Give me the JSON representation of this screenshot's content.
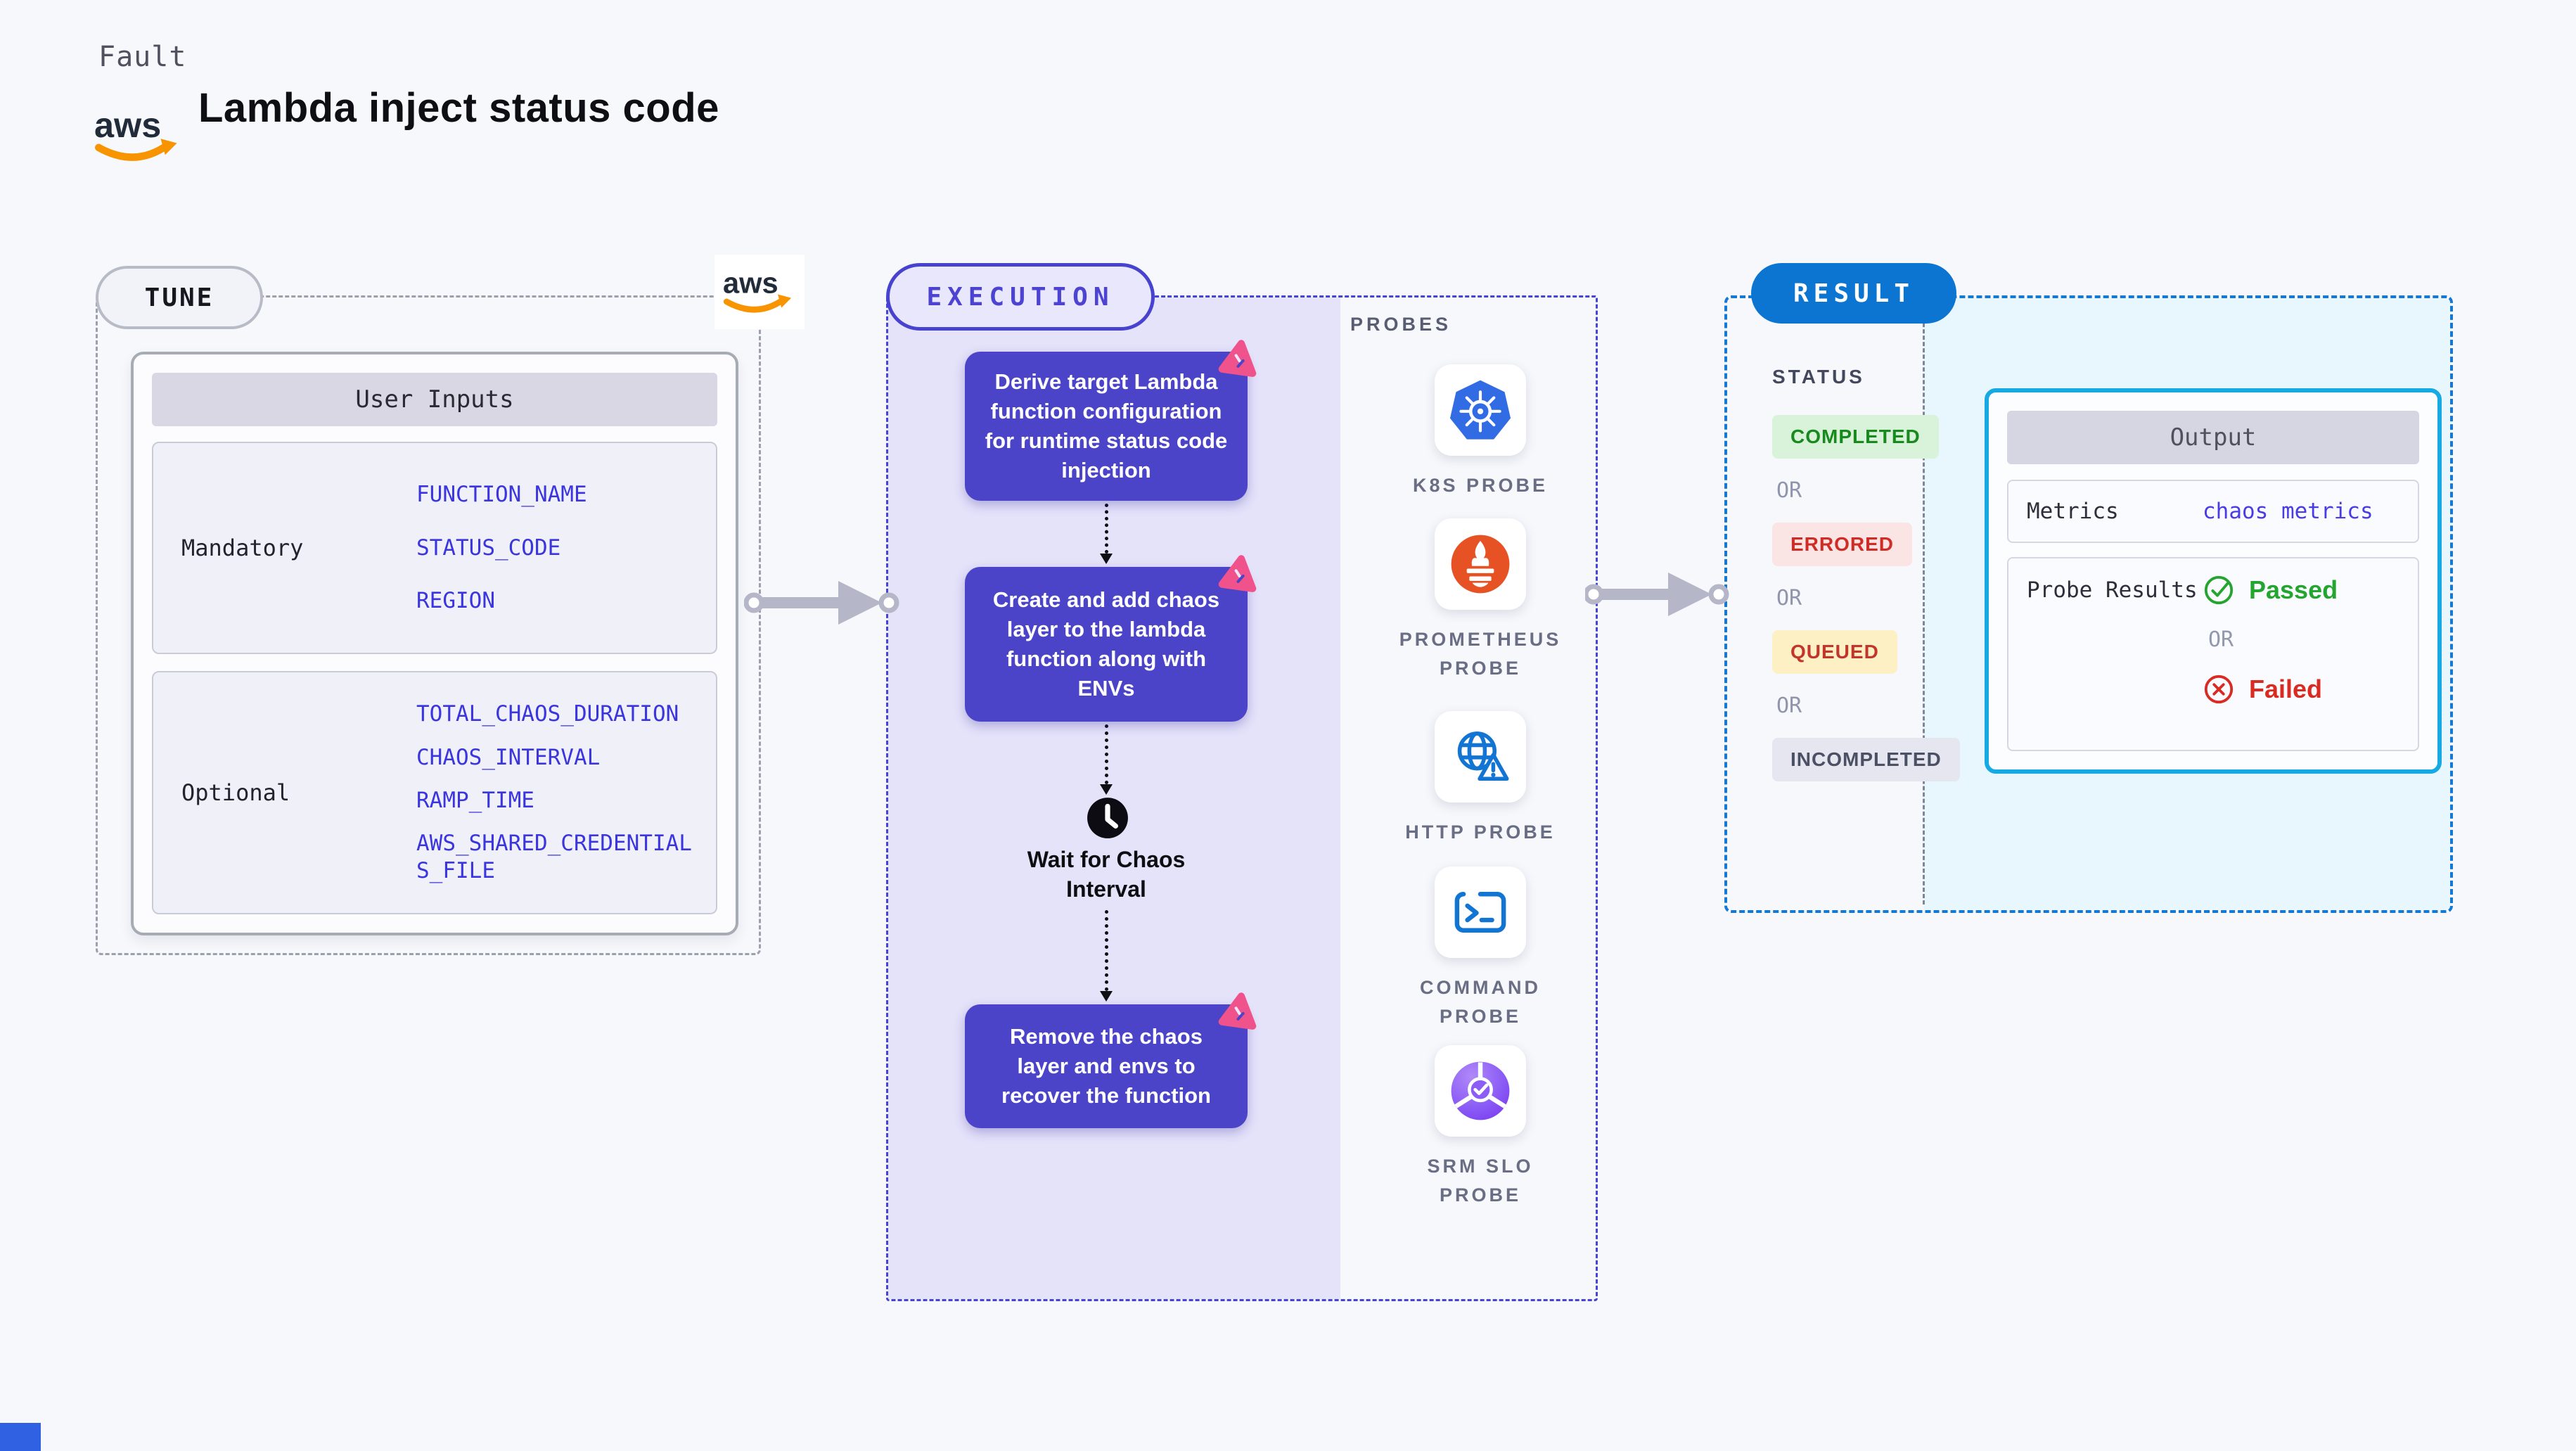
{
  "header": {
    "kicker": "Fault",
    "title": "Lambda inject status code",
    "brand": "aws"
  },
  "tune": {
    "badge": "TUNE",
    "panel_title": "User Inputs",
    "groups": [
      {
        "label": "Mandatory",
        "items": [
          "FUNCTION_NAME",
          "STATUS_CODE",
          "REGION"
        ]
      },
      {
        "label": "Optional",
        "items": [
          "TOTAL_CHAOS_DURATION",
          "CHAOS_INTERVAL",
          "RAMP_TIME",
          "AWS_SHARED_CREDENTIALS_FILE"
        ]
      }
    ]
  },
  "execution": {
    "badge": "EXECUTION",
    "steps": [
      "Derive target Lambda function configuration for runtime status code injection",
      "Create and add chaos layer to the lambda function along with ENVs",
      "Remove the chaos layer and envs to recover the function"
    ],
    "wait_label": "Wait for Chaos Interval"
  },
  "probes": {
    "label": "PROBES",
    "items": [
      {
        "name": "K8S PROBE",
        "icon": "kubernetes-icon"
      },
      {
        "name": "PROMETHEUS\nPROBE",
        "icon": "prometheus-icon"
      },
      {
        "name": "HTTP PROBE",
        "icon": "globe-warning-icon"
      },
      {
        "name": "COMMAND\nPROBE",
        "icon": "terminal-icon"
      },
      {
        "name": "SRM SLO\nPROBE",
        "icon": "slo-check-icon"
      }
    ]
  },
  "result": {
    "badge": "RESULT",
    "status_label": "STATUS",
    "or_label": "OR",
    "statuses": [
      {
        "label": "COMPLETED",
        "kind": "success"
      },
      {
        "label": "ERRORED",
        "kind": "error"
      },
      {
        "label": "QUEUED",
        "kind": "warning"
      },
      {
        "label": "INCOMPLETED",
        "kind": "neutral"
      }
    ],
    "output": {
      "title": "Output",
      "metrics_label": "Metrics",
      "metrics_value": "chaos metrics",
      "probe_results_label": "Probe Results",
      "passed_label": "Passed",
      "failed_label": "Failed"
    }
  },
  "colors": {
    "accent_indigo": "#4b44c8",
    "accent_blue": "#0c75d2",
    "output_border_cyan": "#16a9e3",
    "execution_bg": "#e5e3fa",
    "result_bg": "#e8f6fd",
    "success_green": "#23a52f",
    "fail_red": "#d92b21",
    "litmus_pink": "#f0538c",
    "arrow_gray": "#b5b6c8",
    "env_blue": "#3a35df"
  }
}
